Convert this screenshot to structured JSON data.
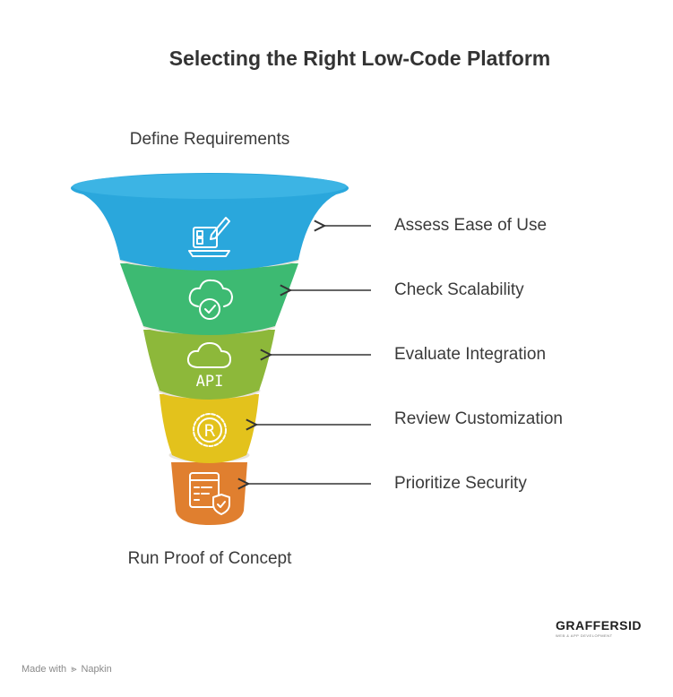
{
  "title": "Selecting the Right Low-Code Platform",
  "top_label": "Define Requirements",
  "bottom_label": "Run Proof of Concept",
  "stages": [
    {
      "label": "Assess Ease of Use",
      "color": "#2aa7dc",
      "icon": "laptop-edit-icon"
    },
    {
      "label": "Check Scalability",
      "color": "#3dba72",
      "icon": "cloud-check-icon"
    },
    {
      "label": "Evaluate Integration",
      "color": "#8db83a",
      "icon": "cloud-api-icon",
      "icon_text": "API"
    },
    {
      "label": "Review Customization",
      "color": "#e3c21c",
      "icon": "registered-gear-icon",
      "icon_text": "R"
    },
    {
      "label": "Prioritize Security",
      "color": "#e07f2f",
      "icon": "document-shield-icon"
    }
  ],
  "footer": {
    "made_with": "Made with",
    "brand": "Napkin"
  },
  "logo": {
    "name_main": "GRAFFERS",
    "name_suffix": "ID",
    "tagline": "WEB & APP DEVELOPMENT"
  }
}
